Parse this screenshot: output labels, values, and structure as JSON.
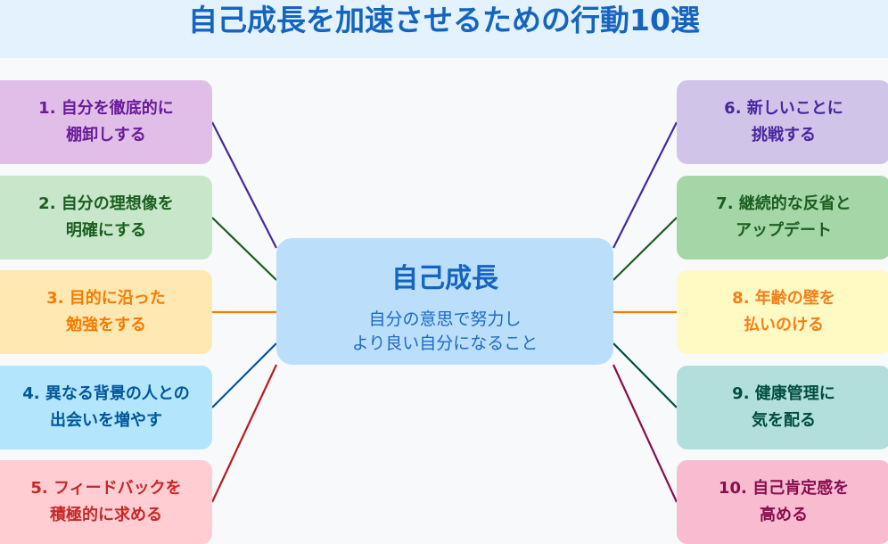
{
  "title": "自己成長を加速させるための行動10選",
  "center": {
    "title": "自己成長",
    "subtitle_line1": "自分の意思で努力し",
    "subtitle_line2": "より良い自分になること"
  },
  "items": [
    {
      "l1": "1. 自分を徹底的に",
      "l2": "棚卸しする",
      "bg": "#e1bee7",
      "fg": "#6a1b9a",
      "line": "#4a2a9a"
    },
    {
      "l1": "2. 自分の理想像を",
      "l2": "明確にする",
      "bg": "#c8e6c9",
      "fg": "#1b5e20",
      "line": "#1b5e20"
    },
    {
      "l1": "3. 目的に沿った",
      "l2": "勉強をする",
      "bg": "#ffe8b2",
      "fg": "#f57c00",
      "line": "#f57c00"
    },
    {
      "l1": "4. 異なる背景の人との",
      "l2": "出会いを増やす",
      "bg": "#b3e5fc",
      "fg": "#01579b",
      "line": "#01579b"
    },
    {
      "l1": "5. フィードバックを",
      "l2": "積極的に求める",
      "bg": "#ffcdd2",
      "fg": "#c62828",
      "line": "#b71c1c"
    },
    {
      "l1": "6. 新しいことに",
      "l2": "挑戦する",
      "bg": "#d1c4e9",
      "fg": "#4527a0",
      "line": "#4527a0"
    },
    {
      "l1": "7. 継続的な反省と",
      "l2": "アップデート",
      "bg": "#a5d6a7",
      "fg": "#1b5e20",
      "line": "#1b5e20"
    },
    {
      "l1": "8. 年齢の壁を",
      "l2": "払いのける",
      "bg": "#fff9c4",
      "fg": "#f57f17",
      "line": "#f57c00"
    },
    {
      "l1": "9. 健康管理に",
      "l2": "気を配る",
      "bg": "#b2dfdb",
      "fg": "#004d40",
      "line": "#004d40"
    },
    {
      "l1": "10. 自己肯定感を",
      "l2": "高める",
      "bg": "#f8bbd0",
      "fg": "#880e4f",
      "line": "#880e4f"
    }
  ]
}
